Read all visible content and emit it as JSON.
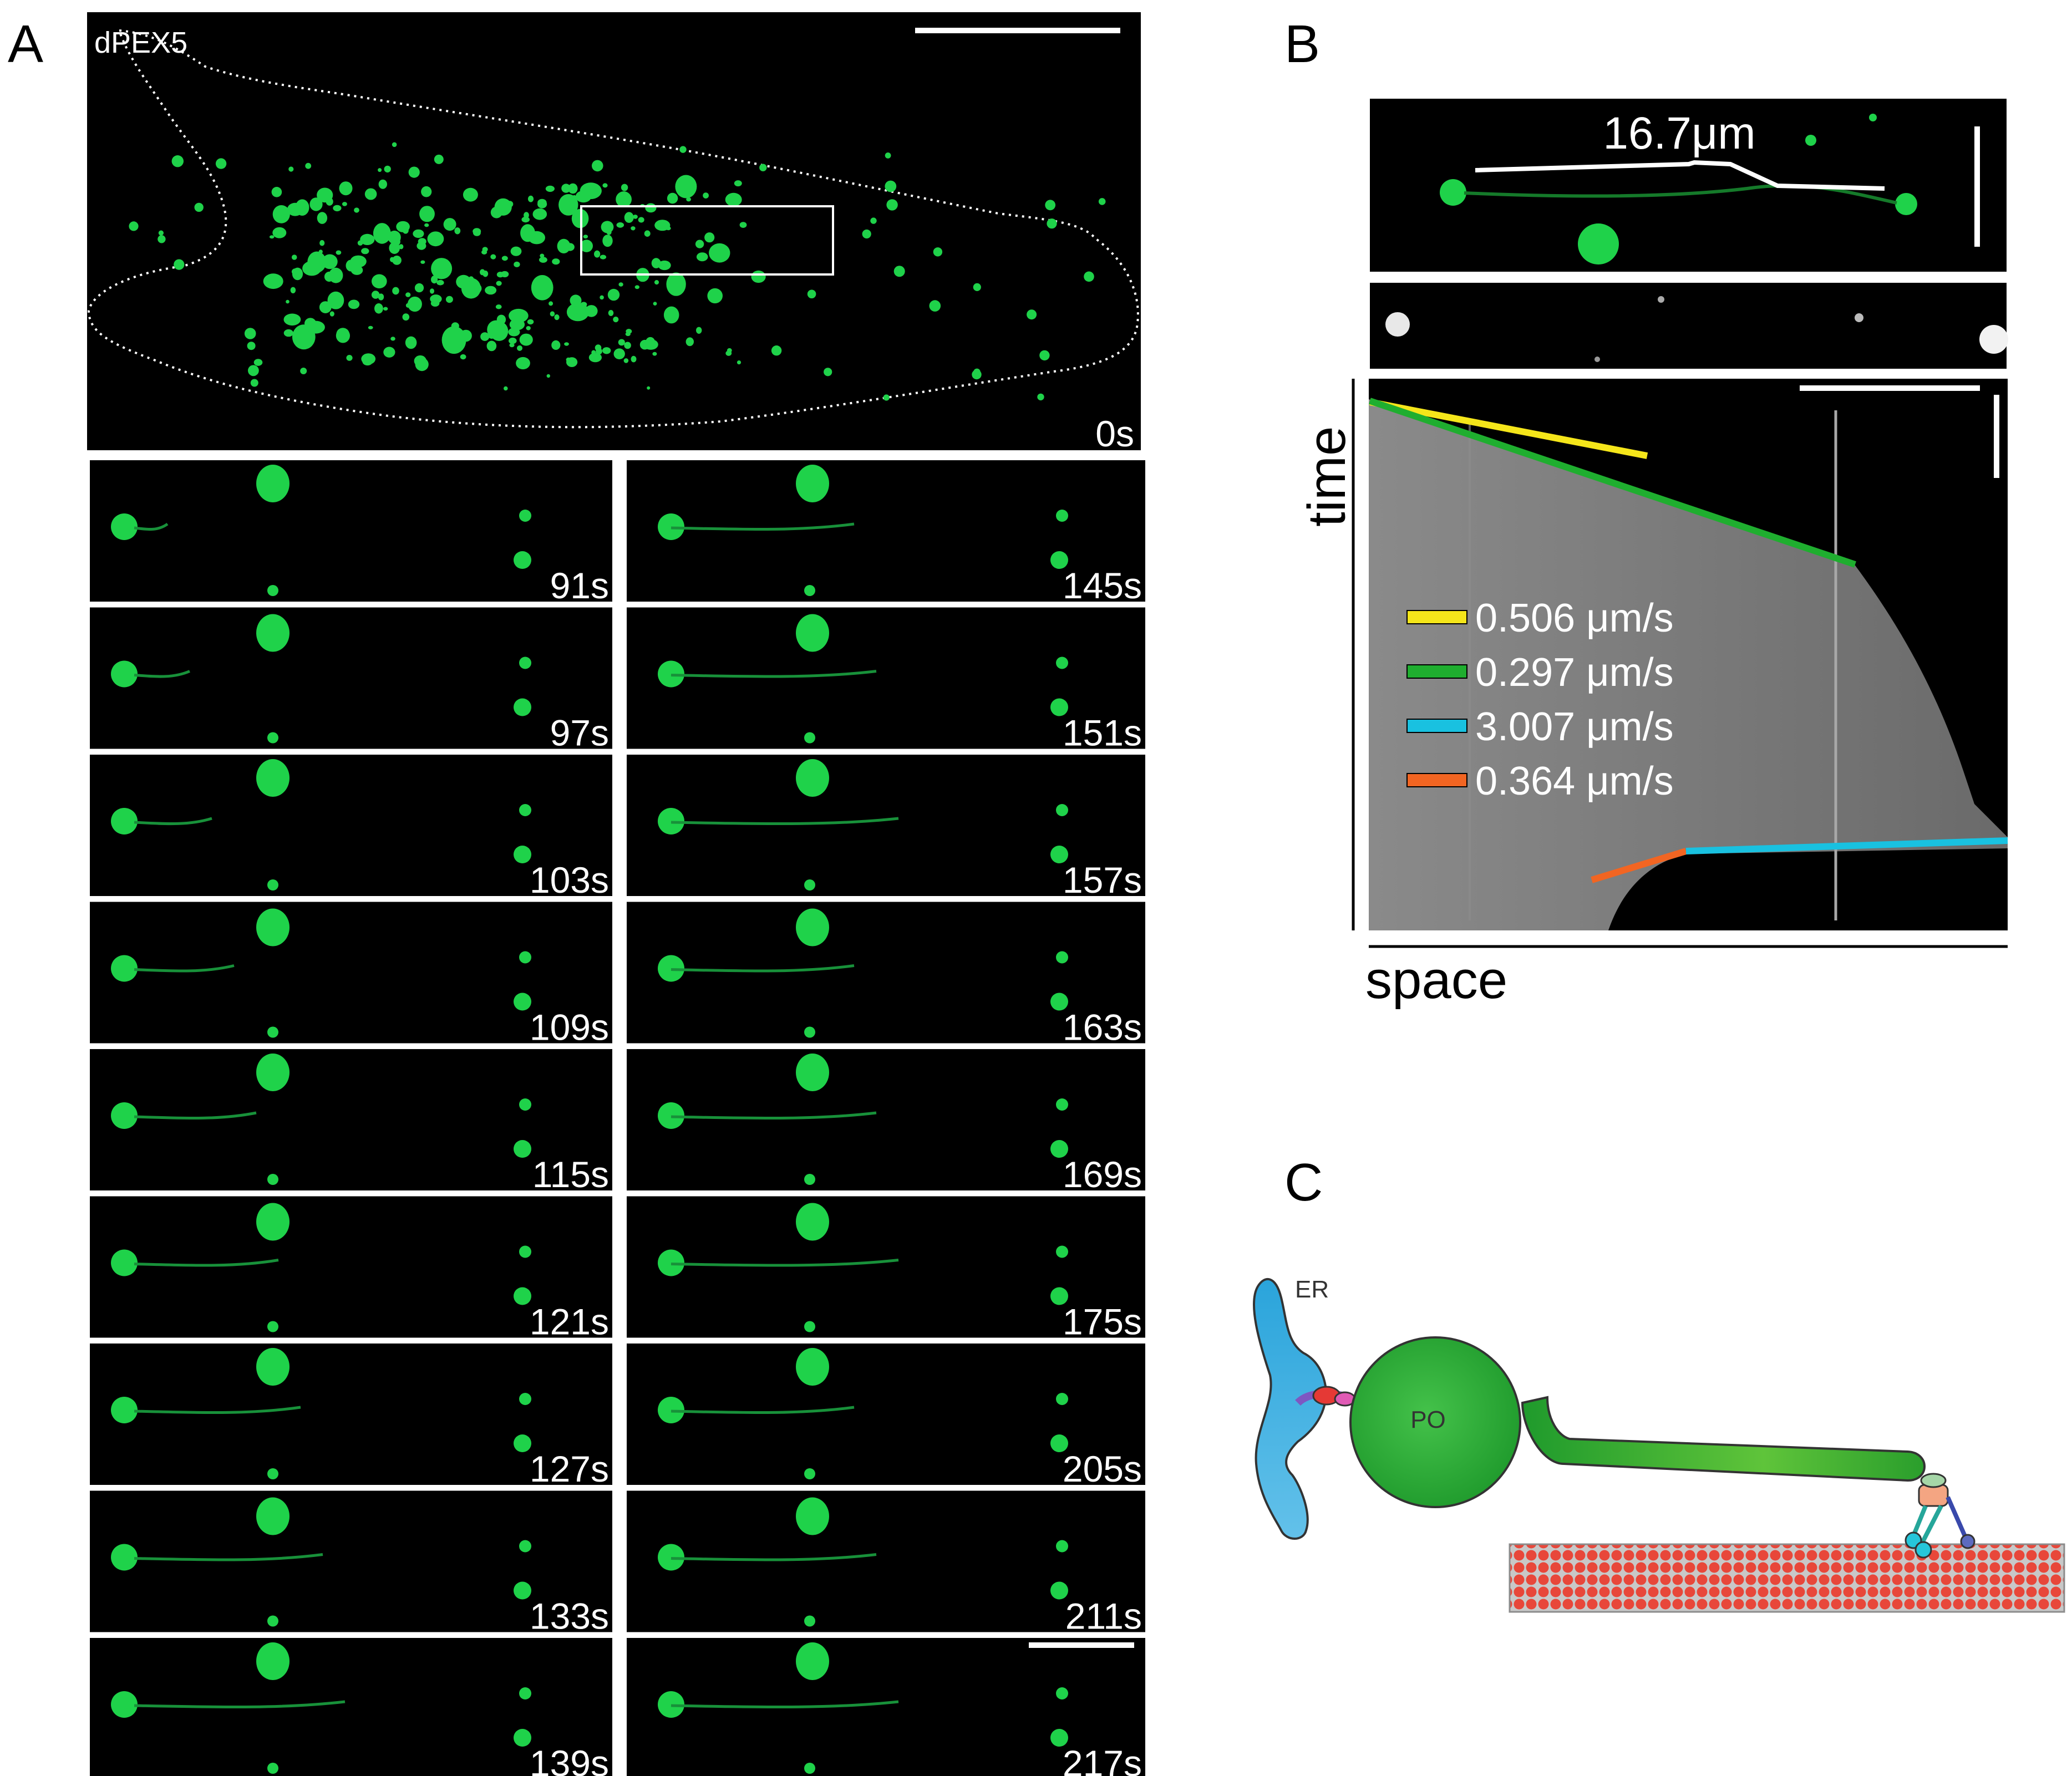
{
  "panel_labels": [
    "A",
    "B",
    "C"
  ],
  "panel_a": {
    "marker_label": "dPEX5",
    "overview_time": "0s",
    "timepoints_left": [
      "91s",
      "97s",
      "103s",
      "109s",
      "115s",
      "121s",
      "127s",
      "133s",
      "139s"
    ],
    "timepoints_right": [
      "145s",
      "151s",
      "157s",
      "163s",
      "169s",
      "175s",
      "205s",
      "211s",
      "217s"
    ]
  },
  "panel_b": {
    "distance_label": "16.7μm",
    "y_axis_label": "time",
    "x_axis_label": "space",
    "legend": [
      {
        "label": "0.506 μm/s",
        "color": "#f5e61a"
      },
      {
        "label": "0.297 μm/s",
        "color": "#1fae2f"
      },
      {
        "label": "3.007 μm/s",
        "color": "#19c1e0"
      },
      {
        "label": "0.364 μm/s",
        "color": "#f26522"
      }
    ]
  },
  "panel_c": {
    "er_label": "ER",
    "po_label": "PO"
  },
  "colors": {
    "peroxisome_green": "#1fd24a",
    "er_blue": "#2aa4db",
    "microtubule_red": "#e8473a"
  }
}
